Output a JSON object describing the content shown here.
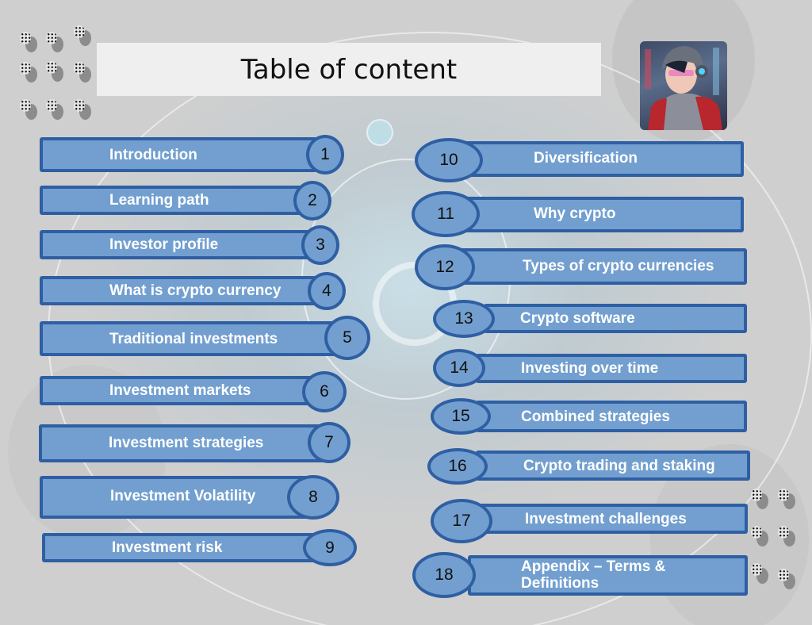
{
  "title": "Table of content",
  "avatar": {
    "name": "cyberpunk-character-portrait"
  },
  "colors": {
    "bar_fill": "#729fcf",
    "bar_border": "#2f5fa3",
    "background": "#cfcfcf",
    "title_bg": "#efefef"
  },
  "left_items": [
    {
      "number": "1",
      "label": "Introduction"
    },
    {
      "number": "2",
      "label": "Learning path"
    },
    {
      "number": "3",
      "label": "Investor profile"
    },
    {
      "number": "4",
      "label": "What is crypto currency"
    },
    {
      "number": "5",
      "label": "Traditional investments"
    },
    {
      "number": "6",
      "label": "Investment markets"
    },
    {
      "number": "7",
      "label": "Investment strategies"
    },
    {
      "number": "8",
      "label": "Investment Volatility"
    },
    {
      "number": "9",
      "label": "Investment risk"
    }
  ],
  "right_items": [
    {
      "number": "10",
      "label": "Diversification"
    },
    {
      "number": "11",
      "label": "Why crypto"
    },
    {
      "number": "12",
      "label": "Types of crypto currencies"
    },
    {
      "number": "13",
      "label": "Crypto software"
    },
    {
      "number": "14",
      "label": "Investing over time"
    },
    {
      "number": "15",
      "label": "Combined strategies"
    },
    {
      "number": "16",
      "label": "Crypto trading and staking"
    },
    {
      "number": "17",
      "label": "Investment challenges"
    },
    {
      "number": "18",
      "label": "Appendix – Terms & Definitions"
    }
  ]
}
